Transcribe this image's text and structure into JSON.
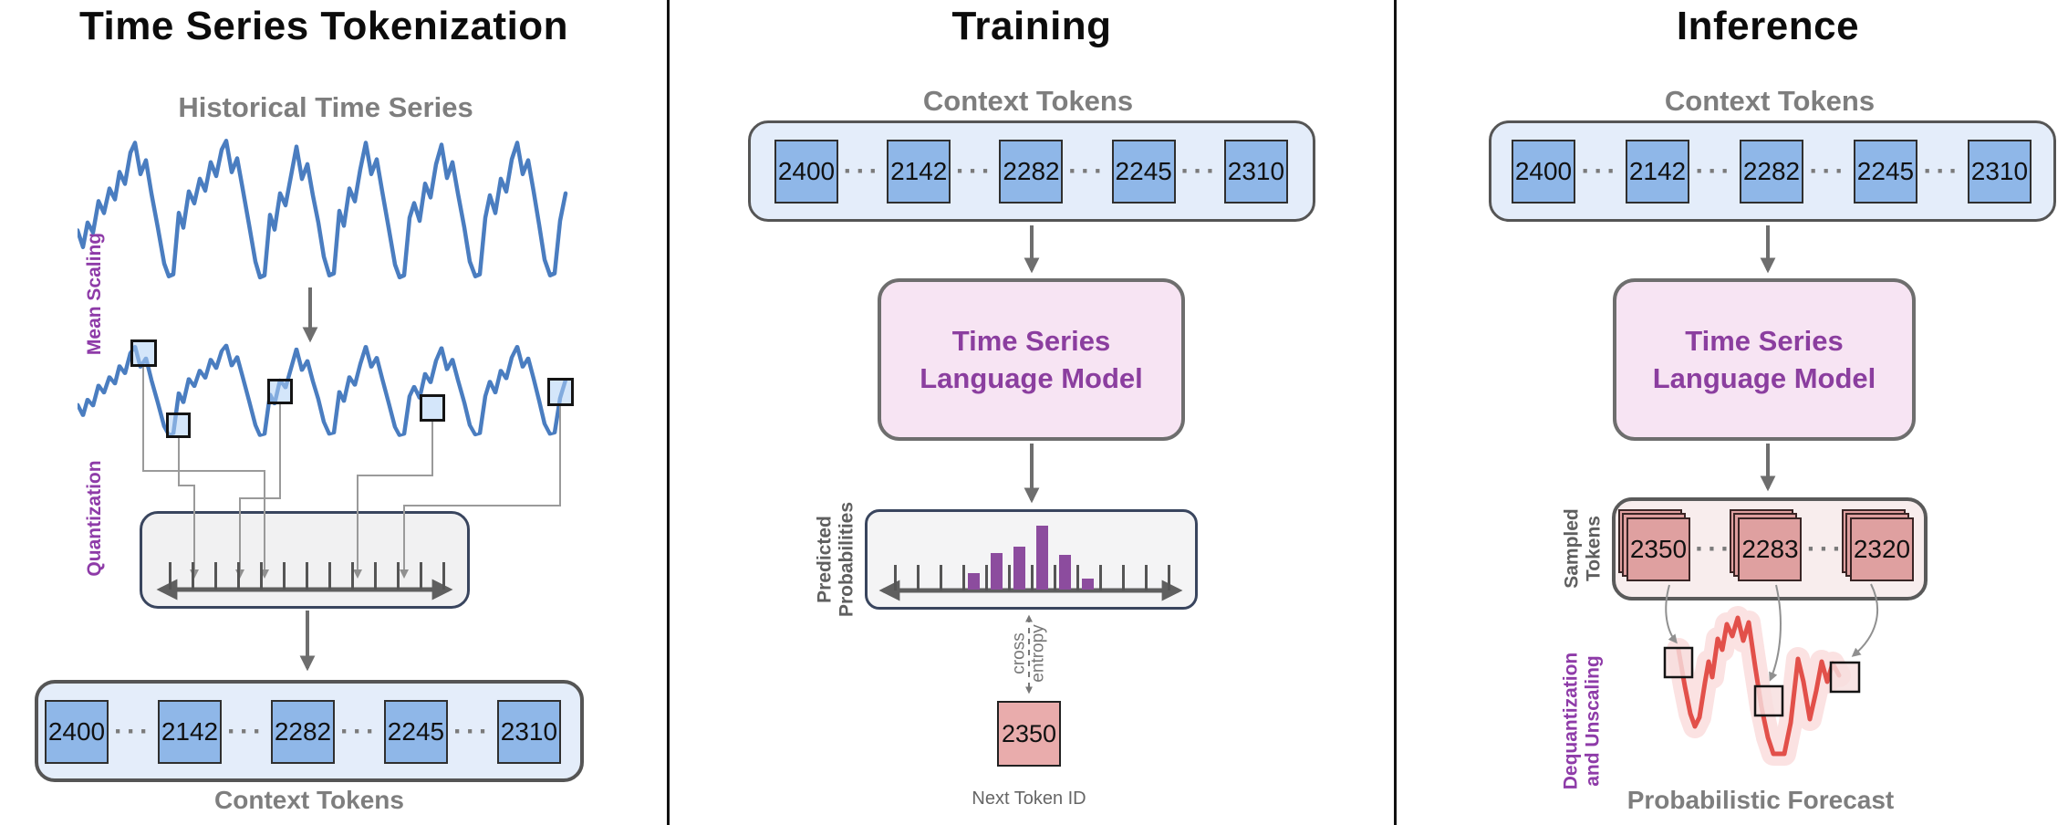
{
  "ellipsis": "···",
  "colors": {
    "blue_line": "#4A7DC0",
    "token_fill": "#8FB7E8",
    "token_container_fill": "#E4EDFA",
    "purple_accent": "#8B3E9F",
    "model_fill": "#F7E4F3",
    "histogram_bar": "#8C4C9E",
    "next_token_fill": "#E9ACAC",
    "sampled_card_fill": "#DFA0A0",
    "sampled_container_fill": "#F8EDED",
    "forecast_red": "#E2504A",
    "heading_gray": "#7e7e7e"
  },
  "panels": {
    "tokenization": {
      "title": "Time Series Tokenization",
      "series_heading": "Historical Time Series",
      "rot_label_top": "Mean Scaling",
      "rot_label_bottom": "Quantization",
      "quant_ticks": 13,
      "tokens": [
        "2400",
        "2142",
        "2282",
        "2245",
        "2310"
      ],
      "caption": "Context Tokens"
    },
    "training": {
      "title": "Training",
      "heading": "Context Tokens",
      "tokens": [
        "2400",
        "2142",
        "2282",
        "2245",
        "2310"
      ],
      "model_lines": [
        "Time Series",
        "Language Model"
      ],
      "rot_label_lines": [
        "Predicted",
        "Probabilities"
      ],
      "histogram": {
        "tick_count": 13,
        "bar_heights": [
          18,
          40,
          47,
          70,
          38,
          12
        ]
      },
      "loss_label_lines": [
        "cross",
        "entropy"
      ],
      "next_token_value": "2350",
      "next_token_caption": "Next Token ID"
    },
    "inference": {
      "title": "Inference",
      "heading": "Context Tokens",
      "tokens": [
        "2400",
        "2142",
        "2282",
        "2245",
        "2310"
      ],
      "model_lines": [
        "Time Series",
        "Language Model"
      ],
      "sampled_rot_label_lines": [
        "Sampled",
        "Tokens"
      ],
      "sampled_tokens": [
        "2350",
        "2283",
        "2320"
      ],
      "dequant_rot_label_lines": [
        "Dequantization",
        "and Unscaling"
      ],
      "caption": "Probabilistic Forecast"
    }
  }
}
